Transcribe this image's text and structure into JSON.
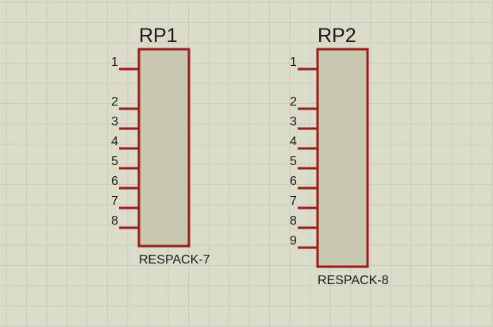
{
  "canvas": {
    "background_color": "#dcdccb",
    "grid_minor_color": "#cdcdbc",
    "grid_major_color": "#c2c2b0"
  },
  "components": [
    {
      "reference": "RP1",
      "value": "RESPACK-7",
      "pins": [
        "1",
        "2",
        "3",
        "4",
        "5",
        "6",
        "7",
        "8"
      ]
    },
    {
      "reference": "RP2",
      "value": "RESPACK-8",
      "pins": [
        "1",
        "2",
        "3",
        "4",
        "5",
        "6",
        "7",
        "8",
        "9"
      ]
    }
  ],
  "colors": {
    "body_fill": "#c8c8b0",
    "body_stroke": "#9b1d1d",
    "pin_stroke": "#9b1d1d",
    "text": "#1a1a1a"
  }
}
